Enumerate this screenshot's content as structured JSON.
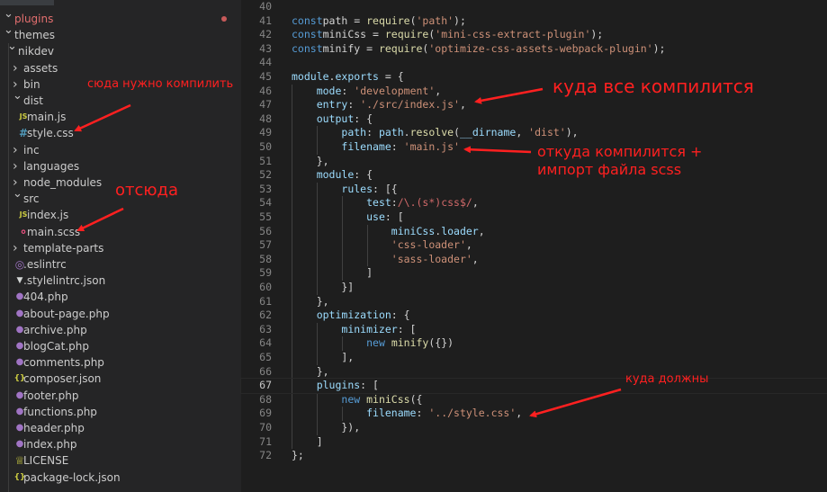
{
  "sidebar": {
    "items": [
      {
        "label": "plugins",
        "depth": 0,
        "kind": "folder-open",
        "color": "#e36f6f",
        "modified": true
      },
      {
        "label": "themes",
        "depth": 0,
        "kind": "folder-open"
      },
      {
        "label": "nikdev",
        "depth": 1,
        "kind": "folder-open"
      },
      {
        "label": "assets",
        "depth": 2,
        "kind": "folder"
      },
      {
        "label": "bin",
        "depth": 2,
        "kind": "folder"
      },
      {
        "label": "dist",
        "depth": 2,
        "kind": "folder-open"
      },
      {
        "label": "main.js",
        "depth": 3,
        "kind": "js"
      },
      {
        "label": "style.css",
        "depth": 3,
        "kind": "css"
      },
      {
        "label": "inc",
        "depth": 2,
        "kind": "folder"
      },
      {
        "label": "languages",
        "depth": 2,
        "kind": "folder"
      },
      {
        "label": "node_modules",
        "depth": 2,
        "kind": "folder"
      },
      {
        "label": "src",
        "depth": 2,
        "kind": "folder-open"
      },
      {
        "label": "index.js",
        "depth": 3,
        "kind": "js"
      },
      {
        "label": "main.scss",
        "depth": 3,
        "kind": "scss"
      },
      {
        "label": "template-parts",
        "depth": 2,
        "kind": "folder"
      },
      {
        "label": ".eslintrc",
        "depth": 2,
        "kind": "eslint"
      },
      {
        "label": ".stylelintrc.json",
        "depth": 2,
        "kind": "stylelint"
      },
      {
        "label": "404.php",
        "depth": 2,
        "kind": "php"
      },
      {
        "label": "about-page.php",
        "depth": 2,
        "kind": "php"
      },
      {
        "label": "archive.php",
        "depth": 2,
        "kind": "php"
      },
      {
        "label": "blogCat.php",
        "depth": 2,
        "kind": "php"
      },
      {
        "label": "comments.php",
        "depth": 2,
        "kind": "php"
      },
      {
        "label": "composer.json",
        "depth": 2,
        "kind": "json"
      },
      {
        "label": "footer.php",
        "depth": 2,
        "kind": "php"
      },
      {
        "label": "functions.php",
        "depth": 2,
        "kind": "php"
      },
      {
        "label": "header.php",
        "depth": 2,
        "kind": "php"
      },
      {
        "label": "index.php",
        "depth": 2,
        "kind": "php"
      },
      {
        "label": "LICENSE",
        "depth": 2,
        "kind": "license"
      },
      {
        "label": "package-lock.json",
        "depth": 2,
        "kind": "json"
      }
    ]
  },
  "icons": {
    "folder": "chevron-right-icon",
    "folder-open": "chevron-down-icon",
    "js": "js-file-icon",
    "css": "css-file-icon",
    "scss": "sass-file-icon",
    "php": "php-file-icon",
    "json": "json-file-icon",
    "eslint": "eslint-icon",
    "stylelint": "stylelint-icon",
    "license": "license-icon"
  },
  "editor": {
    "lines": [
      {
        "n": "40",
        "t": []
      },
      {
        "n": "41",
        "t": [
          [
            "kw",
            "const"
          ],
          [
            "",
            "path = "
          ],
          [
            "fn",
            "require"
          ],
          [
            "",
            "("
          ],
          [
            "str",
            "'path'"
          ],
          [
            "",
            ");"
          ]
        ]
      },
      {
        "n": "42",
        "t": [
          [
            "kw",
            "const"
          ],
          [
            "",
            "miniCss = "
          ],
          [
            "fn",
            "require"
          ],
          [
            "",
            "("
          ],
          [
            "str",
            "'mini-css-extract-plugin'"
          ],
          [
            "",
            ");"
          ]
        ]
      },
      {
        "n": "43",
        "t": [
          [
            "kw",
            "const"
          ],
          [
            "",
            "minify = "
          ],
          [
            "fn",
            "require"
          ],
          [
            "",
            "("
          ],
          [
            "str",
            "'optimize-css-assets-webpack-plugin'"
          ],
          [
            "",
            ");"
          ]
        ]
      },
      {
        "n": "44",
        "t": []
      },
      {
        "n": "45",
        "t": [
          [
            "var",
            "module"
          ],
          [
            "",
            "."
          ],
          [
            "var",
            "exports"
          ],
          [
            "",
            " = {"
          ]
        ]
      },
      {
        "n": "46",
        "t": [
          [
            "",
            "    "
          ],
          [
            "var",
            "mode"
          ],
          [
            "",
            ": "
          ],
          [
            "str",
            "'development'"
          ],
          [
            "",
            ","
          ]
        ]
      },
      {
        "n": "47",
        "t": [
          [
            "",
            "    "
          ],
          [
            "var",
            "entry"
          ],
          [
            "",
            ": "
          ],
          [
            "str",
            "'./src/index.js'"
          ],
          [
            "",
            ","
          ]
        ]
      },
      {
        "n": "48",
        "t": [
          [
            "",
            "    "
          ],
          [
            "var",
            "output"
          ],
          [
            "",
            ": {"
          ]
        ]
      },
      {
        "n": "49",
        "t": [
          [
            "",
            "        "
          ],
          [
            "var",
            "path"
          ],
          [
            "",
            ": "
          ],
          [
            "var",
            "path"
          ],
          [
            "",
            "."
          ],
          [
            "fn",
            "resolve"
          ],
          [
            "",
            "("
          ],
          [
            "var",
            "__dirname"
          ],
          [
            "",
            ", "
          ],
          [
            "str",
            "'dist'"
          ],
          [
            "",
            "),"
          ]
        ]
      },
      {
        "n": "50",
        "t": [
          [
            "",
            "        "
          ],
          [
            "var",
            "filename"
          ],
          [
            "",
            ": "
          ],
          [
            "str",
            "'main.js'"
          ]
        ]
      },
      {
        "n": "51",
        "t": [
          [
            "",
            "    },"
          ]
        ]
      },
      {
        "n": "52",
        "t": [
          [
            "",
            "    "
          ],
          [
            "var",
            "module"
          ],
          [
            "",
            ": {"
          ]
        ]
      },
      {
        "n": "53",
        "t": [
          [
            "",
            "        "
          ],
          [
            "var",
            "rules"
          ],
          [
            "",
            ": [{"
          ]
        ]
      },
      {
        "n": "54",
        "t": [
          [
            "",
            "            "
          ],
          [
            "var",
            "test"
          ],
          [
            "",
            ":"
          ],
          [
            "re",
            "/\\.(s*)css$/"
          ],
          [
            "",
            ","
          ]
        ]
      },
      {
        "n": "55",
        "t": [
          [
            "",
            "            "
          ],
          [
            "var",
            "use"
          ],
          [
            "",
            ": ["
          ]
        ]
      },
      {
        "n": "56",
        "t": [
          [
            "",
            "                "
          ],
          [
            "var",
            "miniCss"
          ],
          [
            "",
            "."
          ],
          [
            "var",
            "loader"
          ],
          [
            "",
            ","
          ]
        ]
      },
      {
        "n": "57",
        "t": [
          [
            "",
            "                "
          ],
          [
            "str",
            "'css-loader'"
          ],
          [
            "",
            ","
          ]
        ]
      },
      {
        "n": "58",
        "t": [
          [
            "",
            "                "
          ],
          [
            "str",
            "'sass-loader'"
          ],
          [
            "",
            ","
          ]
        ]
      },
      {
        "n": "59",
        "t": [
          [
            "",
            "            ]"
          ]
        ]
      },
      {
        "n": "60",
        "t": [
          [
            "",
            "        }]"
          ]
        ]
      },
      {
        "n": "61",
        "t": [
          [
            "",
            "    },"
          ]
        ]
      },
      {
        "n": "62",
        "t": [
          [
            "",
            "    "
          ],
          [
            "var",
            "optimization"
          ],
          [
            "",
            ": {"
          ]
        ]
      },
      {
        "n": "63",
        "t": [
          [
            "",
            "        "
          ],
          [
            "var",
            "minimizer"
          ],
          [
            "",
            ": ["
          ]
        ]
      },
      {
        "n": "64",
        "t": [
          [
            "",
            "            "
          ],
          [
            "kw",
            "new"
          ],
          [
            "",
            " "
          ],
          [
            "fn",
            "minify"
          ],
          [
            "",
            "({})"
          ]
        ]
      },
      {
        "n": "65",
        "t": [
          [
            "",
            "        ],"
          ]
        ]
      },
      {
        "n": "66",
        "t": [
          [
            "",
            "    },"
          ]
        ]
      },
      {
        "n": "67",
        "t": [
          [
            "",
            "    "
          ],
          [
            "var",
            "plugins"
          ],
          [
            "",
            ": ["
          ]
        ]
      },
      {
        "n": "68",
        "t": [
          [
            "",
            "        "
          ],
          [
            "kw",
            "new"
          ],
          [
            "",
            " "
          ],
          [
            "fn",
            "miniCss"
          ],
          [
            "",
            "({"
          ]
        ]
      },
      {
        "n": "69",
        "t": [
          [
            "",
            "            "
          ],
          [
            "var",
            "filename"
          ],
          [
            "",
            ": "
          ],
          [
            "str",
            "'../style.css'"
          ],
          [
            "",
            ","
          ]
        ]
      },
      {
        "n": "70",
        "t": [
          [
            "",
            "        }),"
          ]
        ]
      },
      {
        "n": "71",
        "t": [
          [
            "",
            "    ]"
          ]
        ]
      },
      {
        "n": "72",
        "t": [
          [
            "",
            "};"
          ]
        ]
      }
    ]
  },
  "annotations": {
    "compile_here": "сюда нужно компилить",
    "from_here": "отсюда",
    "where_all": "куда все компилится",
    "where_from_1": "откуда  компилится +",
    "where_from_2": "импорт файла scss",
    "where_should": "куда должны"
  },
  "colors": {
    "annotation": "#ff2020",
    "sidebar_bg": "#252526",
    "editor_bg": "#1e1e1e"
  }
}
